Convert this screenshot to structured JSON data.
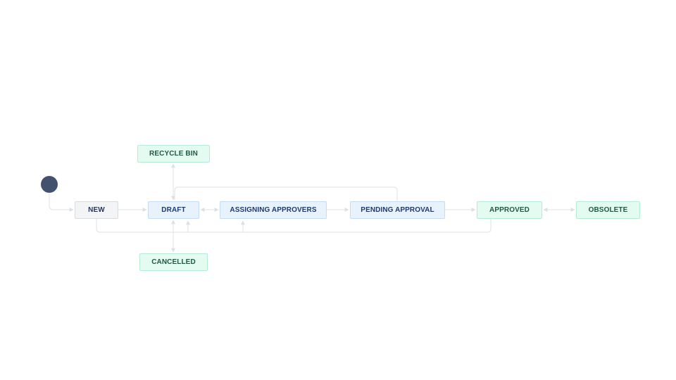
{
  "diagram": {
    "start_color": "#42526e",
    "line_color": "#dfe1e6",
    "states": {
      "new": "NEW",
      "draft": "DRAFT",
      "assigning": "ASSIGNING APPROVERS",
      "pending": "PENDING APPROVAL",
      "approved": "APPROVED",
      "obsolete": "OBSOLETE",
      "recycle": "RECYCLE BIN",
      "cancelled": "CANCELLED"
    },
    "transitions": [
      {
        "from": "start",
        "to": "NEW"
      },
      {
        "from": "NEW",
        "to": "DRAFT"
      },
      {
        "from": "DRAFT",
        "to": "ASSIGNING APPROVERS",
        "bidirectional": true
      },
      {
        "from": "ASSIGNING APPROVERS",
        "to": "PENDING APPROVAL"
      },
      {
        "from": "PENDING APPROVAL",
        "to": "APPROVED"
      },
      {
        "from": "APPROVED",
        "to": "OBSOLETE",
        "bidirectional": true
      },
      {
        "from": "DRAFT",
        "to": "RECYCLE BIN",
        "bidirectional": true
      },
      {
        "from": "DRAFT",
        "to": "CANCELLED",
        "bidirectional": true
      },
      {
        "from": "PENDING APPROVAL",
        "to": "DRAFT"
      },
      {
        "from": "NEW",
        "to": "DRAFT"
      },
      {
        "from": "APPROVED",
        "to": "ASSIGNING APPROVERS"
      }
    ]
  }
}
